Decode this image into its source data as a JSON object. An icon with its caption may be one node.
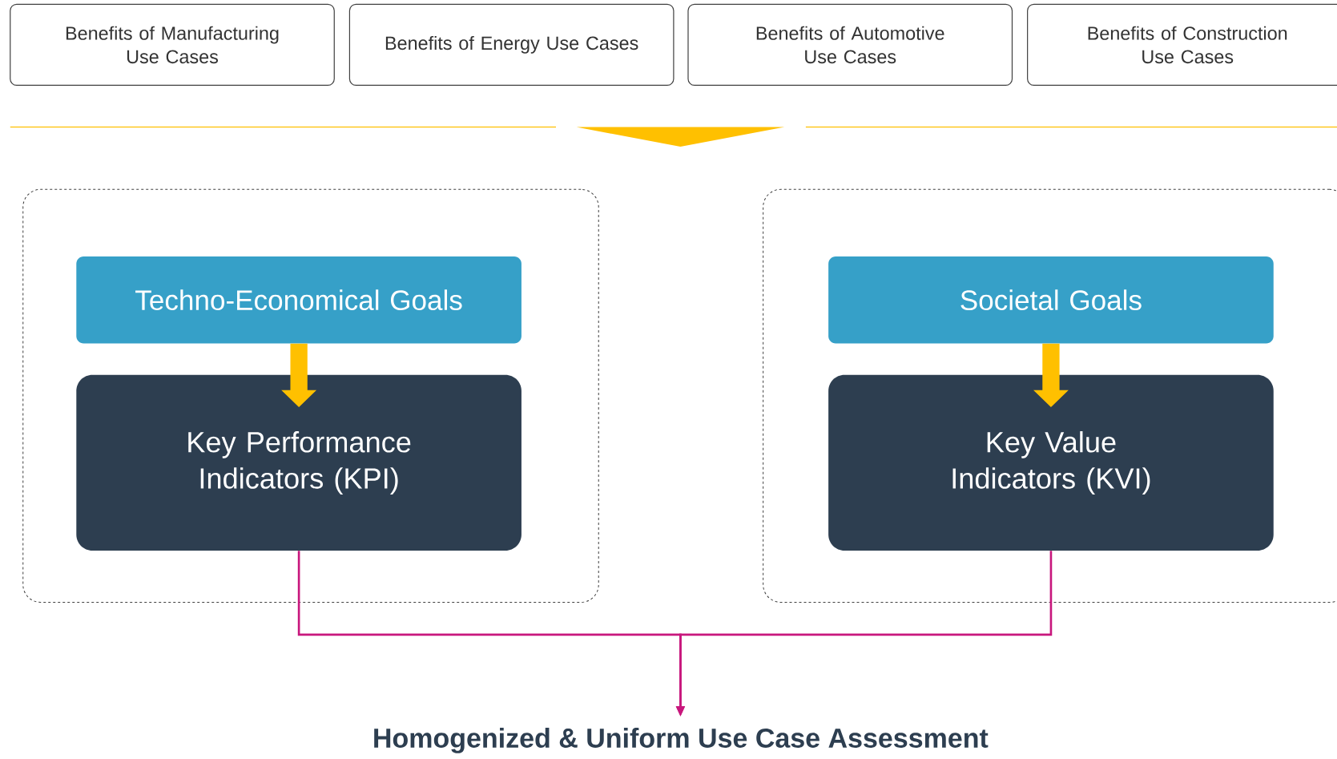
{
  "diagram": {
    "title": "Homogenized & Uniform Use Case Assessment",
    "nodes": [
      {
        "text": [
          "Benefits of Manufacturing Use Cases"
        ]
      },
      {
        "text": [
          "Benefits of Energy Use Cases"
        ]
      },
      {
        "text": [
          "Benefits of Automotive Use Cases"
        ]
      },
      {
        "text": [
          "Benefits of Construction Use Cases"
        ]
      },
      {
        "text": [],
        "shape": "box"
      },
      {
        "text": [
          "Techno-Economical Goals"
        ],
        "in": 4
      },
      {
        "text": [
          "Key Performance Indicators (KPI)"
        ],
        "in": 4
      },
      {
        "text": [],
        "shape": "box"
      },
      {
        "text": [
          "Societal Goals"
        ],
        "in": 7
      },
      {
        "text": [
          "Key Value Indicators (KVI)"
        ],
        "in": 7
      }
    ],
    "edges": [
      {
        "from": 5,
        "to": 6,
        "arrow": "to",
        "style": "thick",
        "color": "#ffc000"
      },
      {
        "from": 8,
        "to": 9,
        "arrow": "to",
        "style": "thick",
        "color": "#ffc000"
      },
      {
        "from": 6,
        "to": null,
        "arrow": "to",
        "color": "#c8177d"
      },
      {
        "from": 9,
        "to": null,
        "arrow": "to",
        "color": "#c8177d"
      }
    ]
  }
}
